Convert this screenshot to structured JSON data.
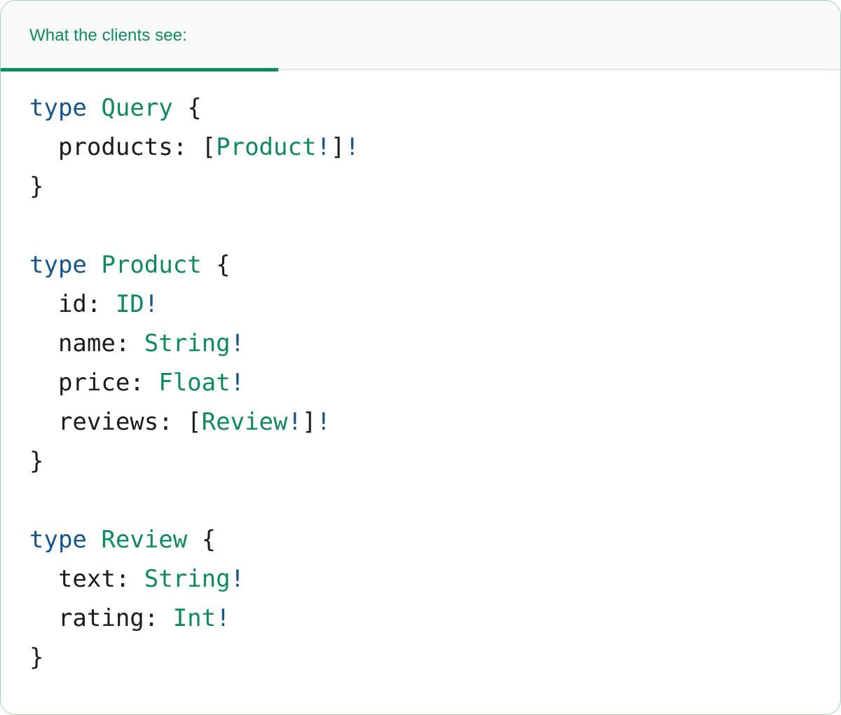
{
  "panel": {
    "border_color": "#9fcfb5",
    "background": "#ffffff"
  },
  "tabbar": {
    "background": "#fafafa",
    "divider_color": "#e6e6e6",
    "tabs": [
      {
        "id": "what-the-clients-see",
        "label": "What the clients see:",
        "active": true,
        "accent_color": "#0e8a60"
      }
    ]
  },
  "code": {
    "language": "graphql",
    "colors": {
      "keyword": "#14558c",
      "type_name": "#0e8a63",
      "punctuation": "#1c1c1c",
      "field": "#1c1c1c",
      "non_null_bang": "#14558c"
    },
    "text": "type Query {\n  products: [Product!]!\n}\n\ntype Product {\n  id: ID!\n  name: String!\n  price: Float!\n  reviews: [Review!]!\n}\n\ntype Review {\n  text: String!\n  rating: Int!\n}",
    "lines": [
      {
        "tokens": [
          {
            "t": "type",
            "c": "kw"
          },
          {
            "t": " ",
            "c": "punc"
          },
          {
            "t": "Query",
            "c": "tname"
          },
          {
            "t": " {",
            "c": "punc"
          }
        ]
      },
      {
        "tokens": [
          {
            "t": "  products: ",
            "c": "fld"
          },
          {
            "t": "[",
            "c": "punc"
          },
          {
            "t": "Product",
            "c": "tname"
          },
          {
            "t": "!",
            "c": "bang"
          },
          {
            "t": "]",
            "c": "punc"
          },
          {
            "t": "!",
            "c": "bang"
          }
        ]
      },
      {
        "tokens": [
          {
            "t": "}",
            "c": "punc"
          }
        ]
      },
      {
        "tokens": []
      },
      {
        "tokens": [
          {
            "t": "type",
            "c": "kw"
          },
          {
            "t": " ",
            "c": "punc"
          },
          {
            "t": "Product",
            "c": "tname"
          },
          {
            "t": " {",
            "c": "punc"
          }
        ]
      },
      {
        "tokens": [
          {
            "t": "  id: ",
            "c": "fld"
          },
          {
            "t": "ID",
            "c": "tname"
          },
          {
            "t": "!",
            "c": "bang"
          }
        ]
      },
      {
        "tokens": [
          {
            "t": "  name: ",
            "c": "fld"
          },
          {
            "t": "String",
            "c": "tname"
          },
          {
            "t": "!",
            "c": "bang"
          }
        ]
      },
      {
        "tokens": [
          {
            "t": "  price: ",
            "c": "fld"
          },
          {
            "t": "Float",
            "c": "tname"
          },
          {
            "t": "!",
            "c": "bang"
          }
        ]
      },
      {
        "tokens": [
          {
            "t": "  reviews: ",
            "c": "fld"
          },
          {
            "t": "[",
            "c": "punc"
          },
          {
            "t": "Review",
            "c": "tname"
          },
          {
            "t": "!",
            "c": "bang"
          },
          {
            "t": "]",
            "c": "punc"
          },
          {
            "t": "!",
            "c": "bang"
          }
        ]
      },
      {
        "tokens": [
          {
            "t": "}",
            "c": "punc"
          }
        ]
      },
      {
        "tokens": []
      },
      {
        "tokens": [
          {
            "t": "type",
            "c": "kw"
          },
          {
            "t": " ",
            "c": "punc"
          },
          {
            "t": "Review",
            "c": "tname"
          },
          {
            "t": " {",
            "c": "punc"
          }
        ]
      },
      {
        "tokens": [
          {
            "t": "  text: ",
            "c": "fld"
          },
          {
            "t": "String",
            "c": "tname"
          },
          {
            "t": "!",
            "c": "bang"
          }
        ]
      },
      {
        "tokens": [
          {
            "t": "  rating: ",
            "c": "fld"
          },
          {
            "t": "Int",
            "c": "tname"
          },
          {
            "t": "!",
            "c": "bang"
          }
        ]
      },
      {
        "tokens": [
          {
            "t": "}",
            "c": "punc"
          }
        ]
      }
    ]
  }
}
